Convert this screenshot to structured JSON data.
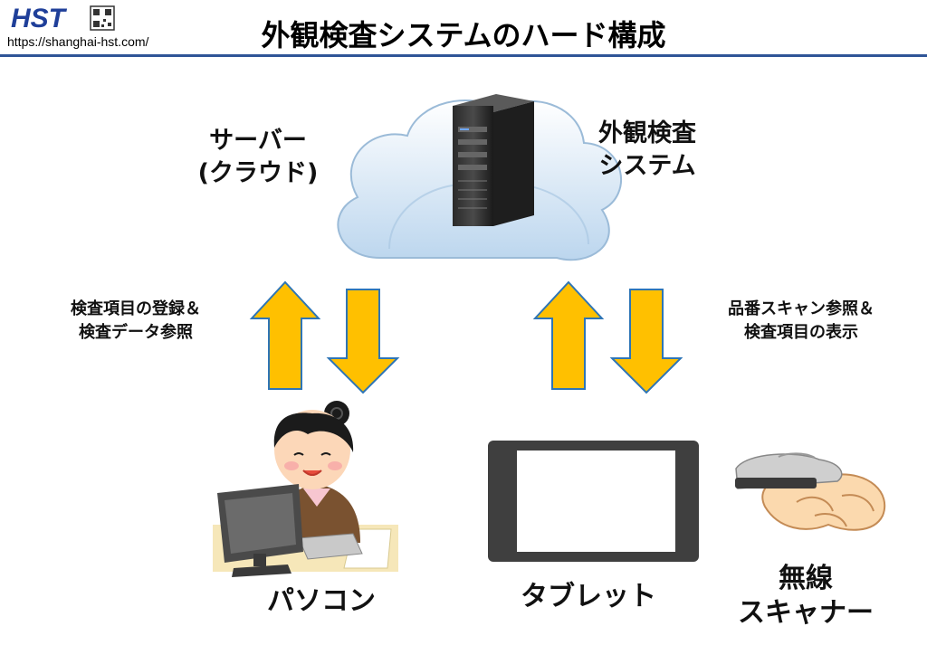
{
  "header": {
    "logo_text": "HST",
    "url": "https://shanghai-hst.com/",
    "title": "外観検査システムのハード構成"
  },
  "nodes": {
    "server_line1": "サーバー",
    "server_line2": "(クラウド)",
    "system_line1": "外観検査",
    "system_line2": "システム",
    "pc": "パソコン",
    "tablet": "タブレット",
    "scanner_line1": "無線",
    "scanner_line2": "スキャナー"
  },
  "notes": {
    "left_line1": "検査項目の登録＆",
    "left_line2": "検査データ参照",
    "right_line1": "品番スキャン参照＆",
    "right_line2": "検査項目の表示"
  },
  "colors": {
    "arrow": "#ffc000",
    "arrow_outline": "#2e75b6",
    "rule": "#2f5597",
    "logo_red": "#e8202a",
    "logo_blue": "#1f3f99"
  }
}
